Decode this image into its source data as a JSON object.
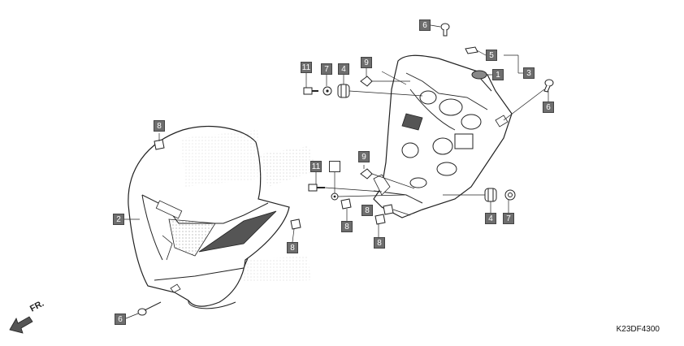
{
  "diagram": {
    "document_code": "K23DF4300",
    "direction_label": "FR.",
    "callouts": [
      {
        "id": "c6-top",
        "label": "6"
      },
      {
        "id": "c5",
        "label": "5"
      },
      {
        "id": "c1",
        "label": "1"
      },
      {
        "id": "c3",
        "label": "3"
      },
      {
        "id": "c6-right",
        "label": "6"
      },
      {
        "id": "c11-top",
        "label": "11"
      },
      {
        "id": "c7-top",
        "label": "7"
      },
      {
        "id": "c4-top",
        "label": "4"
      },
      {
        "id": "c9-top",
        "label": "9"
      },
      {
        "id": "c8-screen",
        "label": "8"
      },
      {
        "id": "c9-mid",
        "label": "9"
      },
      {
        "id": "c11-mid",
        "label": "11"
      },
      {
        "id": "c-blank",
        "label": ""
      },
      {
        "id": "c2",
        "label": "2"
      },
      {
        "id": "c8-a",
        "label": "8"
      },
      {
        "id": "c8-b",
        "label": "8"
      },
      {
        "id": "c8-c",
        "label": "8"
      },
      {
        "id": "c8-d",
        "label": "8"
      },
      {
        "id": "c4-right",
        "label": "4"
      },
      {
        "id": "c7-right",
        "label": "7"
      },
      {
        "id": "c6-bottom",
        "label": "6"
      }
    ]
  }
}
